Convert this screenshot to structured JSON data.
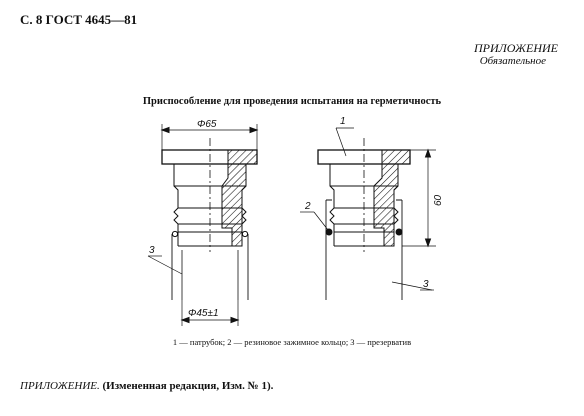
{
  "header": {
    "text": "С. 8 ГОСТ 4645—81"
  },
  "appendix": {
    "label": "ПРИЛОЖЕНИЕ",
    "status": "Обязательное"
  },
  "figure": {
    "title": "Приспособление для проведения испытания на герметичность",
    "dim_diameter_top": "Φ65",
    "dim_diameter_bottom": "Φ45±1",
    "dim_height": "60",
    "callout_1": "1",
    "callout_2": "2",
    "callout_3_left": "3",
    "callout_3_right": "3",
    "caption": "1 — патрубок; 2 — резиновое зажимное кольцо; 3 — презерватив"
  },
  "footer": {
    "appendix": "ПРИЛОЖЕНИЕ.",
    "revision": "(Измененная редакция, Изм. № 1)."
  }
}
